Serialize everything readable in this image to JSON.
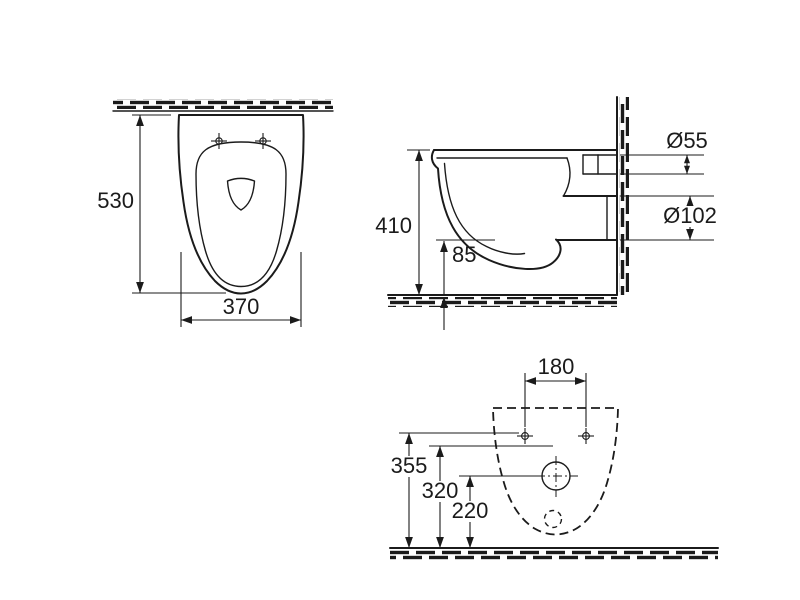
{
  "background": "#ffffff",
  "line_color": "#1b1b1b",
  "views": {
    "plan": {
      "depth_mm": "530",
      "width_mm": "370"
    },
    "side": {
      "height_mm": "410",
      "outlet_bottom_height_mm": "85",
      "inlet_diameter": "Ø55",
      "outlet_diameter": "Ø102"
    },
    "rear": {
      "fixing_hole_spacing_mm": "180",
      "upper_fixing_height_mm": "355",
      "middle_height_mm": "320",
      "outlet_center_height_mm": "220"
    }
  }
}
